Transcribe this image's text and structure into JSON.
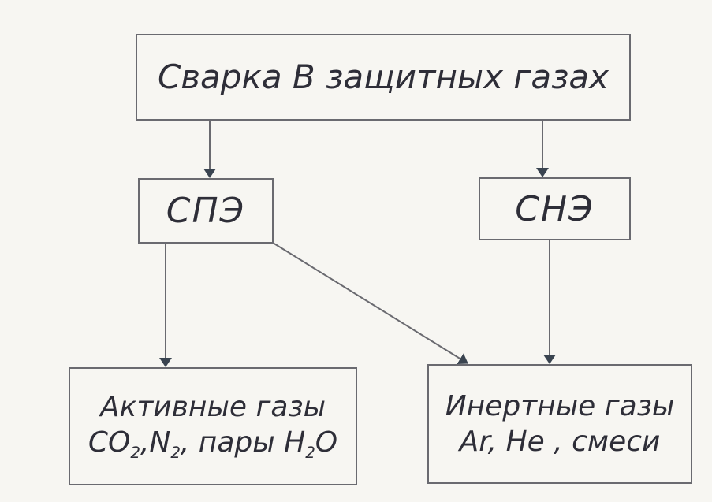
{
  "title": "Сварка В защитных газах",
  "spe": "СПЭ",
  "sne": "СНЭ",
  "active": {
    "line1": "Активные газы",
    "co2_base": "CO",
    "co2_sub": "2",
    "n2_base": ",N",
    "n2_sub": "2",
    "pary": ", пары H",
    "h2o_sub": "2",
    "h2o_tail": "O"
  },
  "inert": {
    "line1": "Инертные газы",
    "line2": "Ar, He , смеси"
  },
  "colors": {
    "stroke": "#6a6a70",
    "arrowhead": "#3a4450",
    "text": "#2e2e38"
  }
}
